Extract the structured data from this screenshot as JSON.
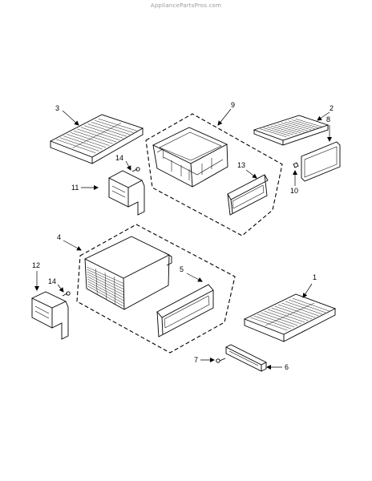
{
  "watermark": "AppliancePartsPros.com",
  "callouts": {
    "c1": "1",
    "c2": "2",
    "c3": "3",
    "c4": "4",
    "c5": "5",
    "c6": "6",
    "c7": "7",
    "c8": "8",
    "c9": "9",
    "c10": "10",
    "c11": "11",
    "c12": "12",
    "c13": "13",
    "c14a": "14",
    "c14b": "14"
  },
  "colors": {
    "line": "#000000",
    "background": "#ffffff",
    "watermark": "#9a9a9a"
  }
}
